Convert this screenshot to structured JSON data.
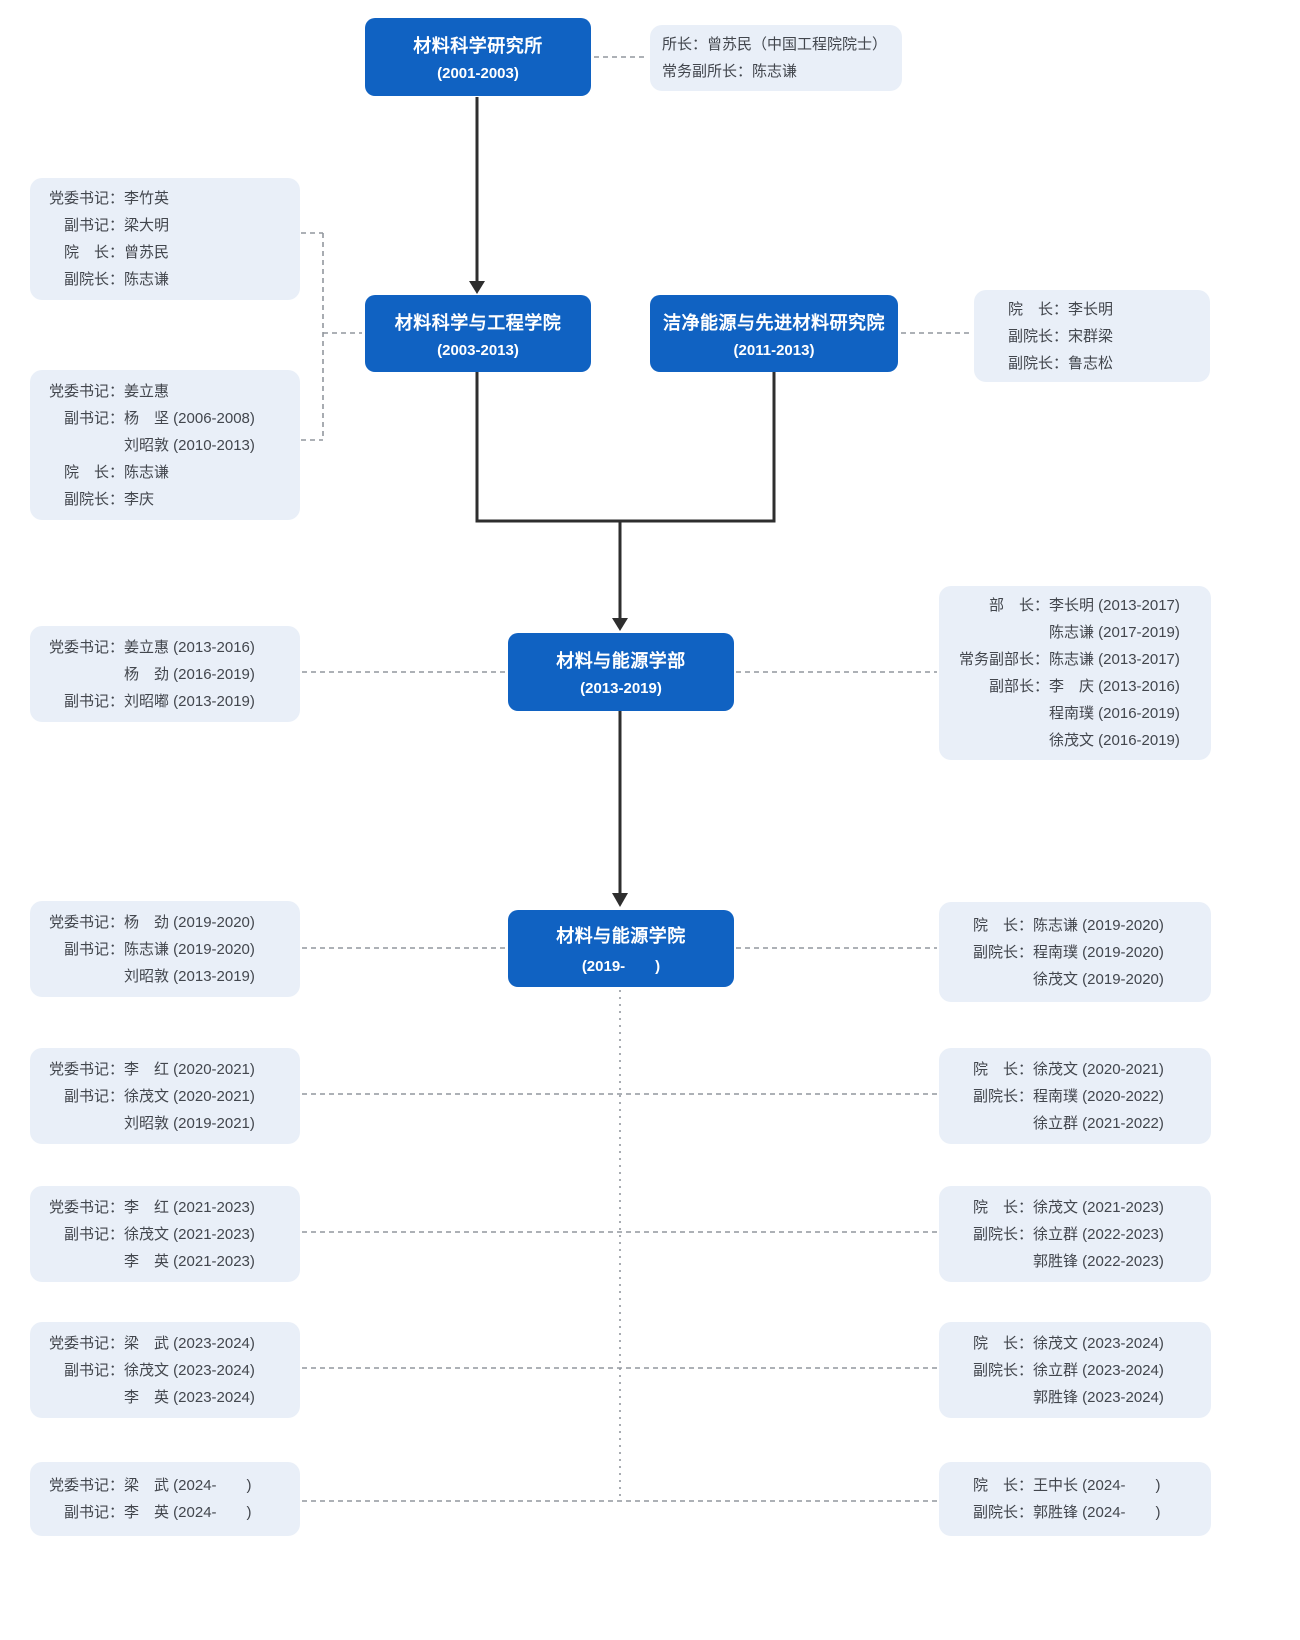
{
  "colors": {
    "node_background": "#1062C2",
    "node_text": "#FFFFFF",
    "info_box_background": "#E9EFF8",
    "info_box_text": "#42464D",
    "dashed_connector": "#92979E",
    "solid_arrow": "#2E2E2E"
  },
  "nodes": {
    "institute": {
      "title": "材料科学研究所",
      "years": "(2001-2003)"
    },
    "mse_college": {
      "title": "材料科学与工程学院",
      "years": "(2003-2013)"
    },
    "clean_energy": {
      "title": "洁净能源与先进材料研究院",
      "years": "(2011-2013)"
    },
    "faculty": {
      "title": "材料与能源学部",
      "years": "(2013-2019)"
    },
    "me_college": {
      "title": "材料与能源学院",
      "years": "(2019-　　)"
    }
  },
  "info_boxes": {
    "institute_leaders": {
      "lines": [
        {
          "label": "所长：",
          "value": "曾苏民（中国工程院院士）"
        },
        {
          "label": "常务副所长：",
          "value": "陈志谦"
        }
      ]
    },
    "mse_party_1": {
      "lines": [
        {
          "label": "党委书记：",
          "value": "李竹英"
        },
        {
          "label": "副书记：",
          "value": "梁大明"
        },
        {
          "label": "院　长：",
          "value": "曾苏民"
        },
        {
          "label": "副院长：",
          "value": "陈志谦"
        }
      ]
    },
    "mse_party_2": {
      "lines": [
        {
          "label": "党委书记：",
          "value": "姜立惠"
        },
        {
          "label": "副书记：",
          "value": "杨　坚 (2006-2008)"
        },
        {
          "label": "",
          "value": "刘昭敦 (2010-2013)"
        },
        {
          "label": "院　长：",
          "value": "陈志谦"
        },
        {
          "label": "副院长：",
          "value": "李庆"
        }
      ]
    },
    "clean_energy_leaders": {
      "lines": [
        {
          "label": "院　长：",
          "value": "李长明"
        },
        {
          "label": "副院长：",
          "value": "宋群梁"
        },
        {
          "label": "副院长：",
          "value": "鲁志松"
        }
      ]
    },
    "faculty_party": {
      "lines": [
        {
          "label": "党委书记：",
          "value": "姜立惠 (2013-2016)"
        },
        {
          "label": "",
          "value": "杨　劲 (2016-2019)"
        },
        {
          "label": "副书记：",
          "value": "刘昭嘟 (2013-2019)"
        }
      ]
    },
    "faculty_leaders": {
      "lines": [
        {
          "label": "部　长：",
          "value": "李长明 (2013-2017)"
        },
        {
          "label": "",
          "value": "陈志谦 (2017-2019)"
        },
        {
          "label": "常务副部长：",
          "value": "陈志谦 (2013-2017)"
        },
        {
          "label": "副部长：",
          "value": "李　庆 (2013-2016)"
        },
        {
          "label": "",
          "value": "程南璞 (2016-2019)"
        },
        {
          "label": "",
          "value": "徐茂文 (2016-2019)"
        }
      ]
    },
    "college_party_2019": {
      "lines": [
        {
          "label": "党委书记：",
          "value": "杨　劲 (2019-2020)"
        },
        {
          "label": "副书记：",
          "value": "陈志谦 (2019-2020)"
        },
        {
          "label": "",
          "value": "刘昭敦 (2013-2019)"
        }
      ]
    },
    "college_leaders_2019": {
      "lines": [
        {
          "label": "院　长：",
          "value": "陈志谦 (2019-2020)"
        },
        {
          "label": "副院长：",
          "value": "程南璞 (2019-2020)"
        },
        {
          "label": "",
          "value": "徐茂文 (2019-2020)"
        }
      ]
    },
    "college_party_2020": {
      "lines": [
        {
          "label": "党委书记：",
          "value": "李　红 (2020-2021)"
        },
        {
          "label": "副书记：",
          "value": "徐茂文 (2020-2021)"
        },
        {
          "label": "",
          "value": "刘昭敦 (2019-2021)"
        }
      ]
    },
    "college_leaders_2020": {
      "lines": [
        {
          "label": "院　长：",
          "value": "徐茂文 (2020-2021)"
        },
        {
          "label": "副院长：",
          "value": "程南璞 (2020-2022)"
        },
        {
          "label": "",
          "value": "徐立群 (2021-2022)"
        }
      ]
    },
    "college_party_2021": {
      "lines": [
        {
          "label": "党委书记：",
          "value": "李　红 (2021-2023)"
        },
        {
          "label": "副书记：",
          "value": "徐茂文 (2021-2023)"
        },
        {
          "label": "",
          "value": "李　英 (2021-2023)"
        }
      ]
    },
    "college_leaders_2021": {
      "lines": [
        {
          "label": "院　长：",
          "value": "徐茂文 (2021-2023)"
        },
        {
          "label": "副院长：",
          "value": "徐立群 (2022-2023)"
        },
        {
          "label": "",
          "value": "郭胜锋 (2022-2023)"
        }
      ]
    },
    "college_party_2023": {
      "lines": [
        {
          "label": "党委书记：",
          "value": "梁　武 (2023-2024)"
        },
        {
          "label": "副书记：",
          "value": "徐茂文 (2023-2024)"
        },
        {
          "label": "",
          "value": "李　英 (2023-2024)"
        }
      ]
    },
    "college_leaders_2023": {
      "lines": [
        {
          "label": "院　长：",
          "value": "徐茂文 (2023-2024)"
        },
        {
          "label": "副院长：",
          "value": "徐立群 (2023-2024)"
        },
        {
          "label": "",
          "value": "郭胜锋 (2023-2024)"
        }
      ]
    },
    "college_party_2024": {
      "lines": [
        {
          "label": "党委书记：",
          "value": "梁　武 (2024-　　)"
        },
        {
          "label": "副书记：",
          "value": "李　英 (2024-　　)"
        }
      ]
    },
    "college_leaders_2024": {
      "lines": [
        {
          "label": "院　长：",
          "value": "王中长 (2024-　　)"
        },
        {
          "label": "副院长：",
          "value": "郭胜锋 (2024-　　)"
        }
      ]
    }
  }
}
